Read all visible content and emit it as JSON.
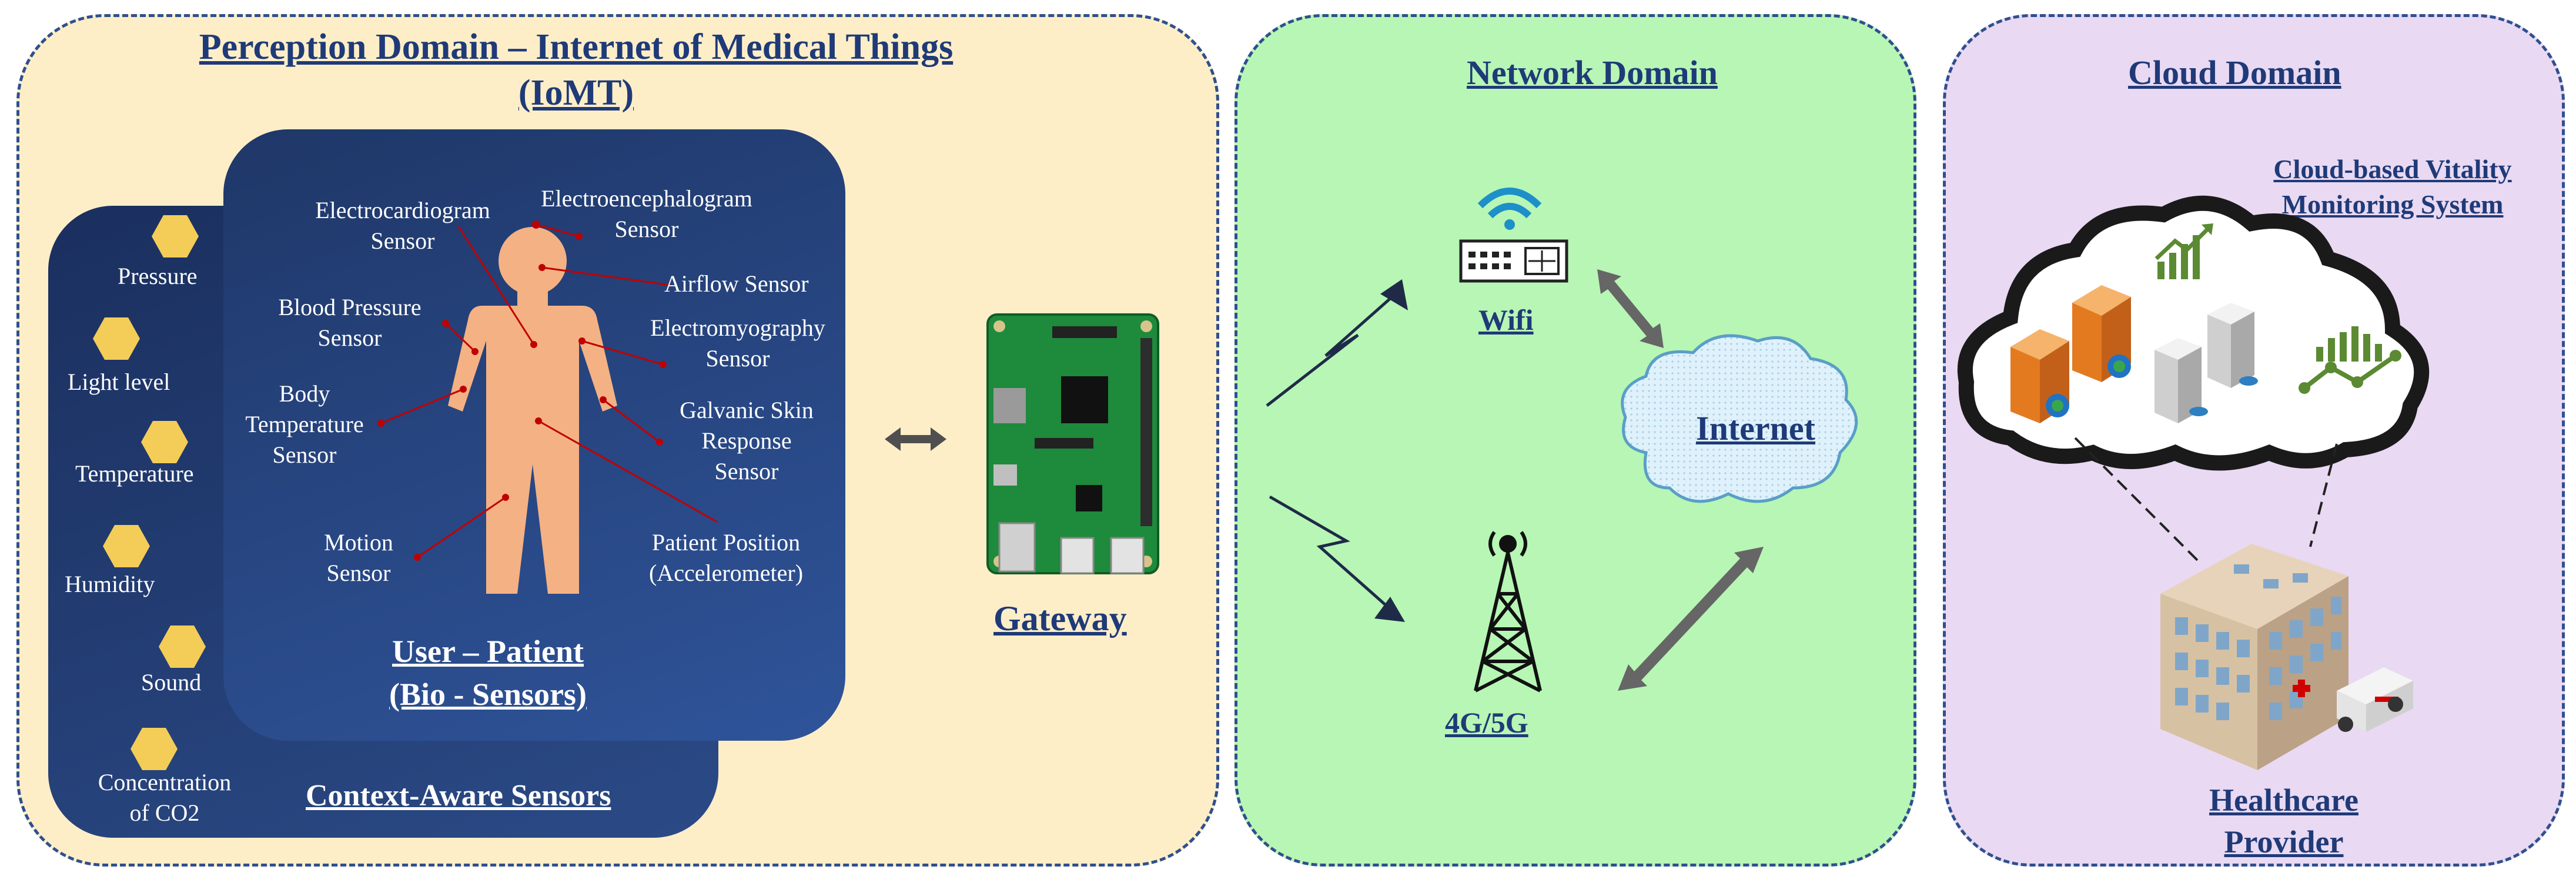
{
  "perception": {
    "title": "Perception Domain – Internet of Medical Things",
    "title2": "(IoMT)",
    "context_label": "Context-Aware Sensors",
    "patient_label1": "User – Patient",
    "patient_label2": "(Bio - Sensors)",
    "context_sensors": [
      "Pressure",
      "Light level",
      "Temperature",
      "Humidity",
      "Sound",
      "Concentration",
      "of CO2"
    ],
    "bio_sensors": {
      "ecg1": "Electrocardiogram",
      "ecg2": "Sensor",
      "eeg1": "Electroencephalogram",
      "eeg2": "Sensor",
      "airflow": "Airflow Sensor",
      "bp1": "Blood Pressure",
      "bp2": "Sensor",
      "emg1": "Electromyography",
      "emg2": "Sensor",
      "bt1": "Body",
      "bt2": "Temperature",
      "bt3": "Sensor",
      "gsr1": "Galvanic Skin",
      "gsr2": "Response",
      "gsr3": "Sensor",
      "motion1": "Motion",
      "motion2": "Sensor",
      "pos1": "Patient Position",
      "pos2": "(Accelerometer)"
    }
  },
  "gateway": {
    "label": "Gateway"
  },
  "network": {
    "title": "Network Domain",
    "wifi_label": "Wifi",
    "cell_label": "4G/5G",
    "internet_label": "Internet"
  },
  "cloud": {
    "title": "Cloud Domain",
    "system_label1": "Cloud-based Vitality",
    "system_label2": "Monitoring System",
    "provider_label1": "Healthcare",
    "provider_label2": "Provider"
  },
  "colors": {
    "perception_bg": "#fdeec8",
    "network_bg": "#b7f6b4",
    "cloud_bg": "#e9d9f2",
    "panel_dark": "#1f3768",
    "panel_light": "#2c4c8c",
    "skin": "#f4b184",
    "sensor_dot": "#c00000"
  }
}
